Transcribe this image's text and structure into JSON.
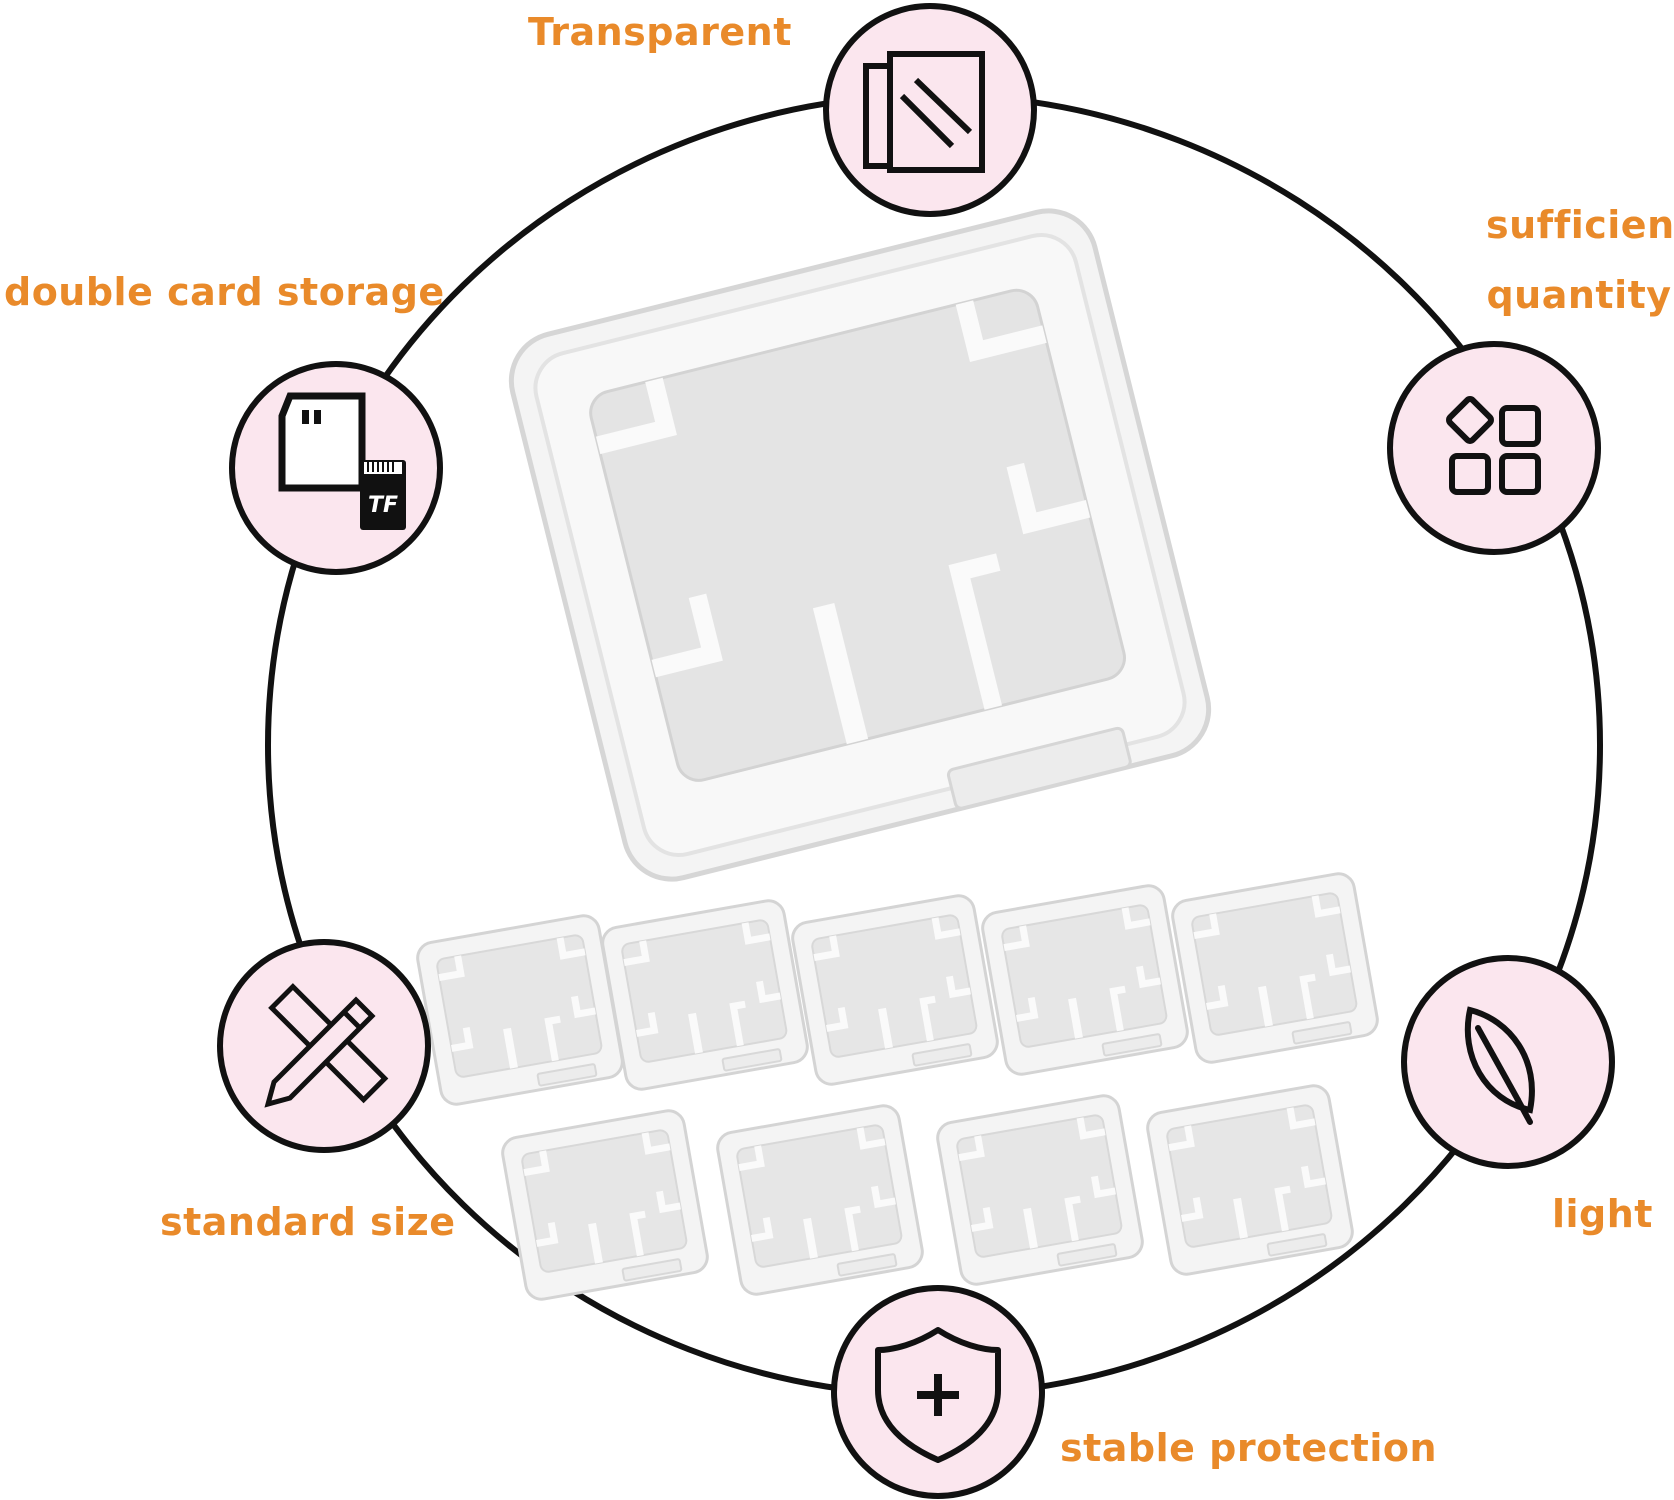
{
  "colors": {
    "label": "#e98a2a",
    "ring": "#111111",
    "badge_fill": "#fbe6ee",
    "case_fill": "#f3f3f3",
    "case_edge": "#d9d9d9",
    "case_inner": "#e2e2e2"
  },
  "features": [
    {
      "label": "Transparent",
      "icon": "transparent-sheet-icon"
    },
    {
      "label": "sufficient quantity",
      "icon": "blocks-icon"
    },
    {
      "label": "light",
      "icon": "feather-icon"
    },
    {
      "label": "stable protection",
      "icon": "shield-plus-icon"
    },
    {
      "label": "standard size",
      "icon": "ruler-pencil-icon"
    },
    {
      "label": "double card storage",
      "icon": "sd-card-icon"
    }
  ],
  "tf_card_text": "TF",
  "product": {
    "small_case_count": 9
  }
}
